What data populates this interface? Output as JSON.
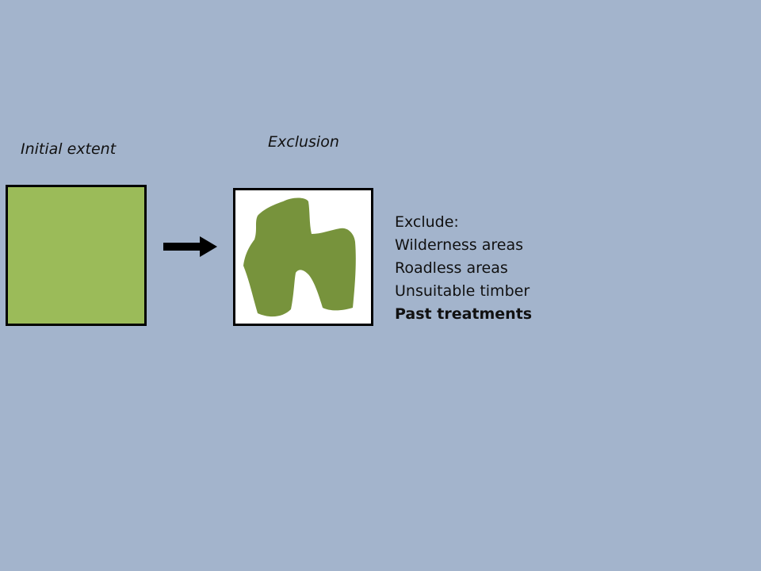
{
  "diagram": {
    "initial_label": "Initial extent",
    "exclusion_label": "Exclusion",
    "exclude_heading": "Exclude:",
    "exclude_items": [
      "Wilderness areas",
      "Roadless areas",
      "Unsuitable timber",
      "Past treatments"
    ],
    "emphasized_item": "Past treatments"
  },
  "colors": {
    "background": "#a3b4cc",
    "initial_fill": "#9bbb59",
    "remaining_fill": "#77933c",
    "exclusion_panel": "#ffffff",
    "border": "#000000"
  }
}
